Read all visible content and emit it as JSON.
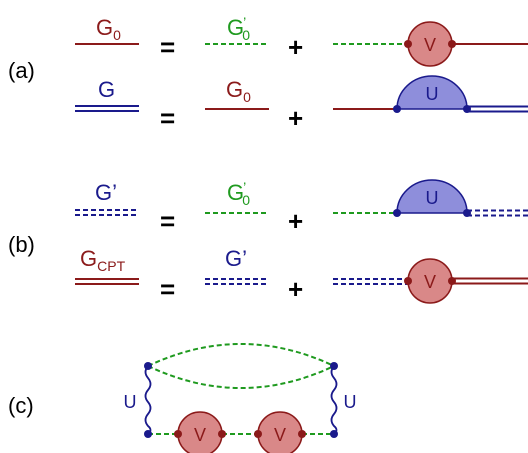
{
  "colors": {
    "red": "#8b1a1a",
    "blue": "#1a1a8c",
    "green": "#1f9a1f",
    "vertex_fill": "#d98888",
    "u_fill": "#8e8edb"
  },
  "panels": {
    "a": "(a)",
    "b": "(b)",
    "c": "(c)"
  },
  "operators": {
    "equals": "=",
    "plus": "+"
  },
  "symbols": {
    "G": "G",
    "sub_0": "0",
    "prime": "’",
    "G_prime": "G’",
    "sub_CPT": "CPT",
    "V": "V",
    "U": "U"
  }
}
